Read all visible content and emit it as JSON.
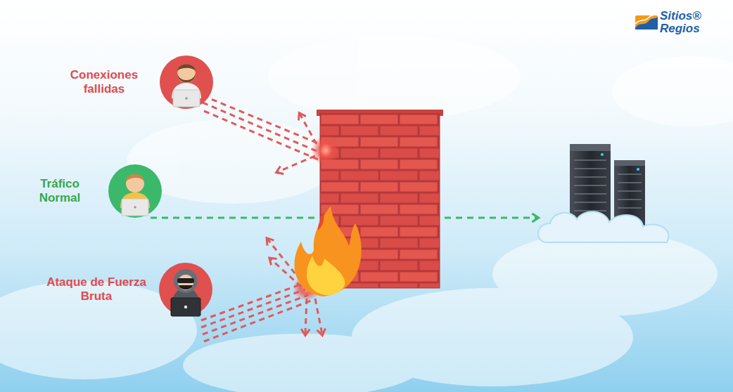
{
  "diagram": {
    "nodes": [
      {
        "text": [
          "Conexiones fallidas"
        ]
      },
      {
        "text": [
          "Tráfico Normal"
        ]
      },
      {
        "text": [
          "Ataque de Fuerza Bruta"
        ]
      }
    ],
    "labels": [
      "Sitios®",
      "Regios"
    ]
  }
}
